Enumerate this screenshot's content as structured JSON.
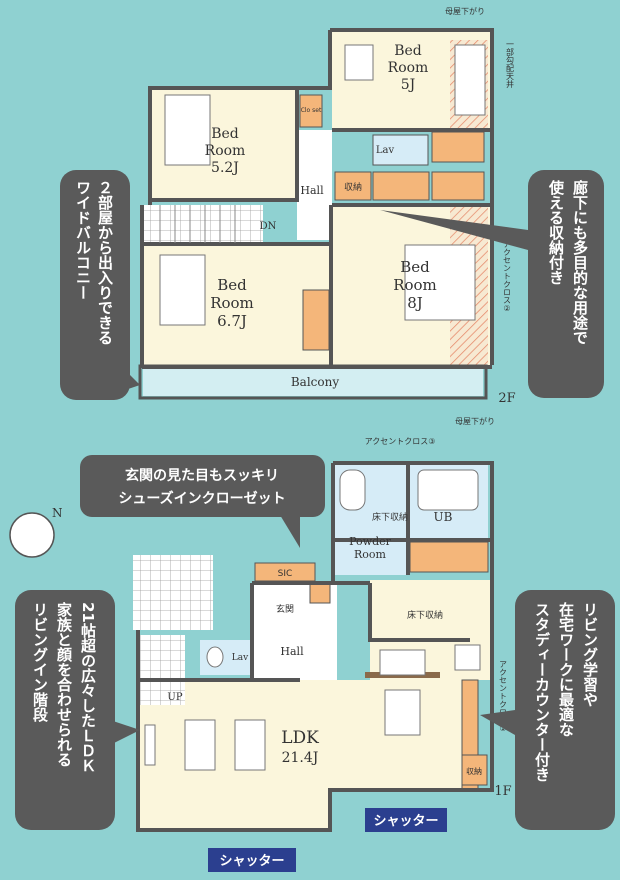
{
  "floor2": {
    "floor_label": "2F",
    "rooms": {
      "bed_top": {
        "name1": "Bed",
        "name2": "Room",
        "size": "5J"
      },
      "bed_left": {
        "name1": "Bed",
        "name2": "Room",
        "size": "5.2J"
      },
      "bed_right": {
        "name1": "Bed",
        "name2": "Room",
        "size": "8J"
      },
      "bed_bottom": {
        "name1": "Bed",
        "name2": "Room",
        "size": "6.7J"
      },
      "balcony": "Balcony",
      "hall": "Hall",
      "lav": "Lav",
      "closet_small": "Clo set",
      "storage": "収納",
      "down": "DN"
    },
    "annotations": {
      "roof_top": "母屋下がり",
      "roof_bottom": "母屋下がり",
      "partial_loft": "一部勾配天井",
      "accent_cloth": "アクセントクロス②"
    }
  },
  "floor1": {
    "floor_label": "1F",
    "rooms": {
      "ldk_name": "LDK",
      "ldk_size": "21.4J",
      "ub": "UB",
      "powder1": "Powder",
      "powder2": "Room",
      "floor_storage_1": "床下収納",
      "floor_storage_2": "床下収納",
      "sic": "SIC",
      "entrance": "玄関",
      "hall": "Hall",
      "lav": "Lav",
      "up": "UP",
      "storage": "収納"
    },
    "annotations": {
      "accent_cloth_3": "アクセントクロス③",
      "accent_cloth_1": "アクセントクロス①"
    }
  },
  "callouts": {
    "balcony_vertical": [
      "２部屋から出入りできる",
      "ワイドバルコニー"
    ],
    "hallway_storage": [
      "廊下にも多目的な用途で",
      "使える収納付き"
    ],
    "entrance": [
      "玄関の見た目もスッキリ",
      "シューズインクローゼット"
    ],
    "ldk_left": [
      "21帖超の広々したＬＤＫ",
      "家族と顔を合わせられる",
      "リビングイン階段"
    ],
    "study_right": [
      "リビング学習や",
      "在宅ワークに最適な",
      "スタディーカウンター付き"
    ]
  },
  "shutters": [
    "シャッター",
    "シャッター"
  ],
  "compass": "N",
  "colors": {
    "background": "#8fd1d1",
    "wall": "#555555",
    "room_fill": "#fbf6dc",
    "wet_fill": "#d6ecf7",
    "storage_fill": "#f4b67a",
    "callout_fill": "#5a5a5a",
    "shutter_fill": "#2b3f8f",
    "balcony_fill": "#d3eef2"
  }
}
